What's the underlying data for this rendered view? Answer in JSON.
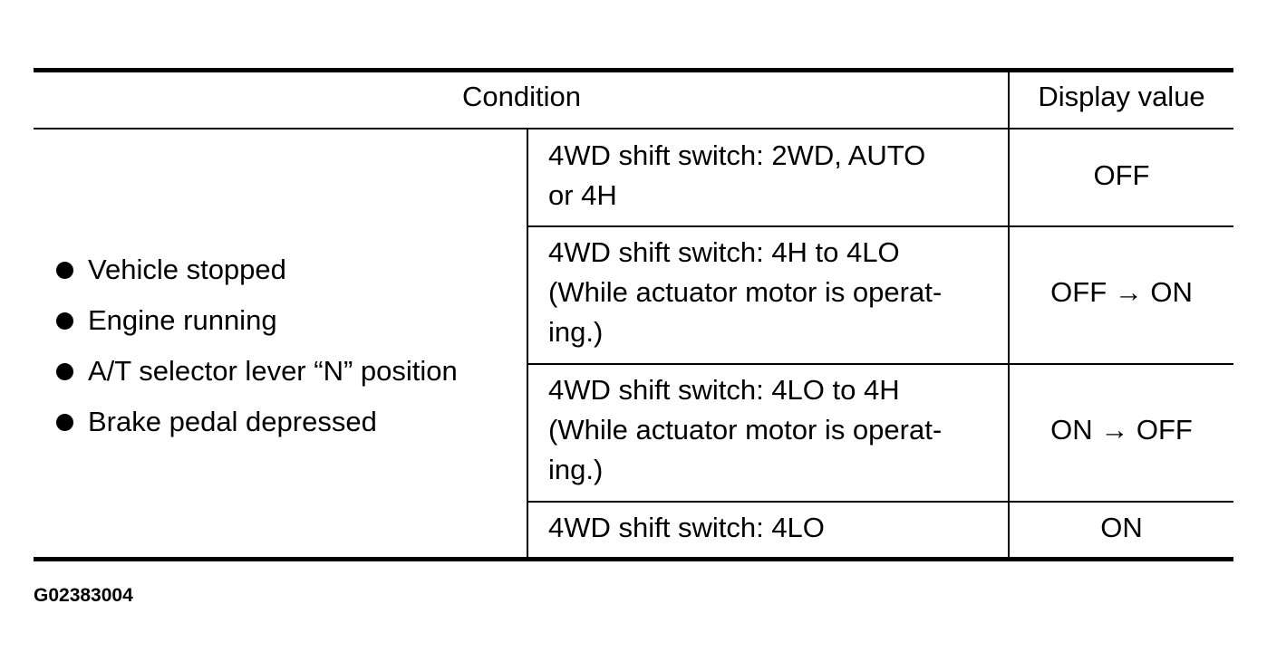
{
  "table": {
    "header": {
      "condition": "Condition",
      "display_value": "Display value"
    },
    "common_conditions": [
      "Vehicle stopped",
      "Engine running",
      "A/T selector lever “N” position",
      "Brake pedal depressed"
    ],
    "rows": [
      {
        "condition_lines": [
          "4WD shift switch: 2WD, AUTO",
          "or 4H"
        ],
        "display": "OFF"
      },
      {
        "condition_lines": [
          "4WD shift switch: 4H to 4LO",
          "(While actuator motor is operat-",
          "ing.)"
        ],
        "display": "OFF → ON"
      },
      {
        "condition_lines": [
          "4WD shift switch: 4LO to 4H",
          "(While actuator motor is operat-",
          "ing.)"
        ],
        "display": "ON → OFF"
      },
      {
        "condition_lines": [
          "4WD shift switch: 4LO"
        ],
        "display": "ON"
      }
    ]
  },
  "figure_id": "G02383004"
}
